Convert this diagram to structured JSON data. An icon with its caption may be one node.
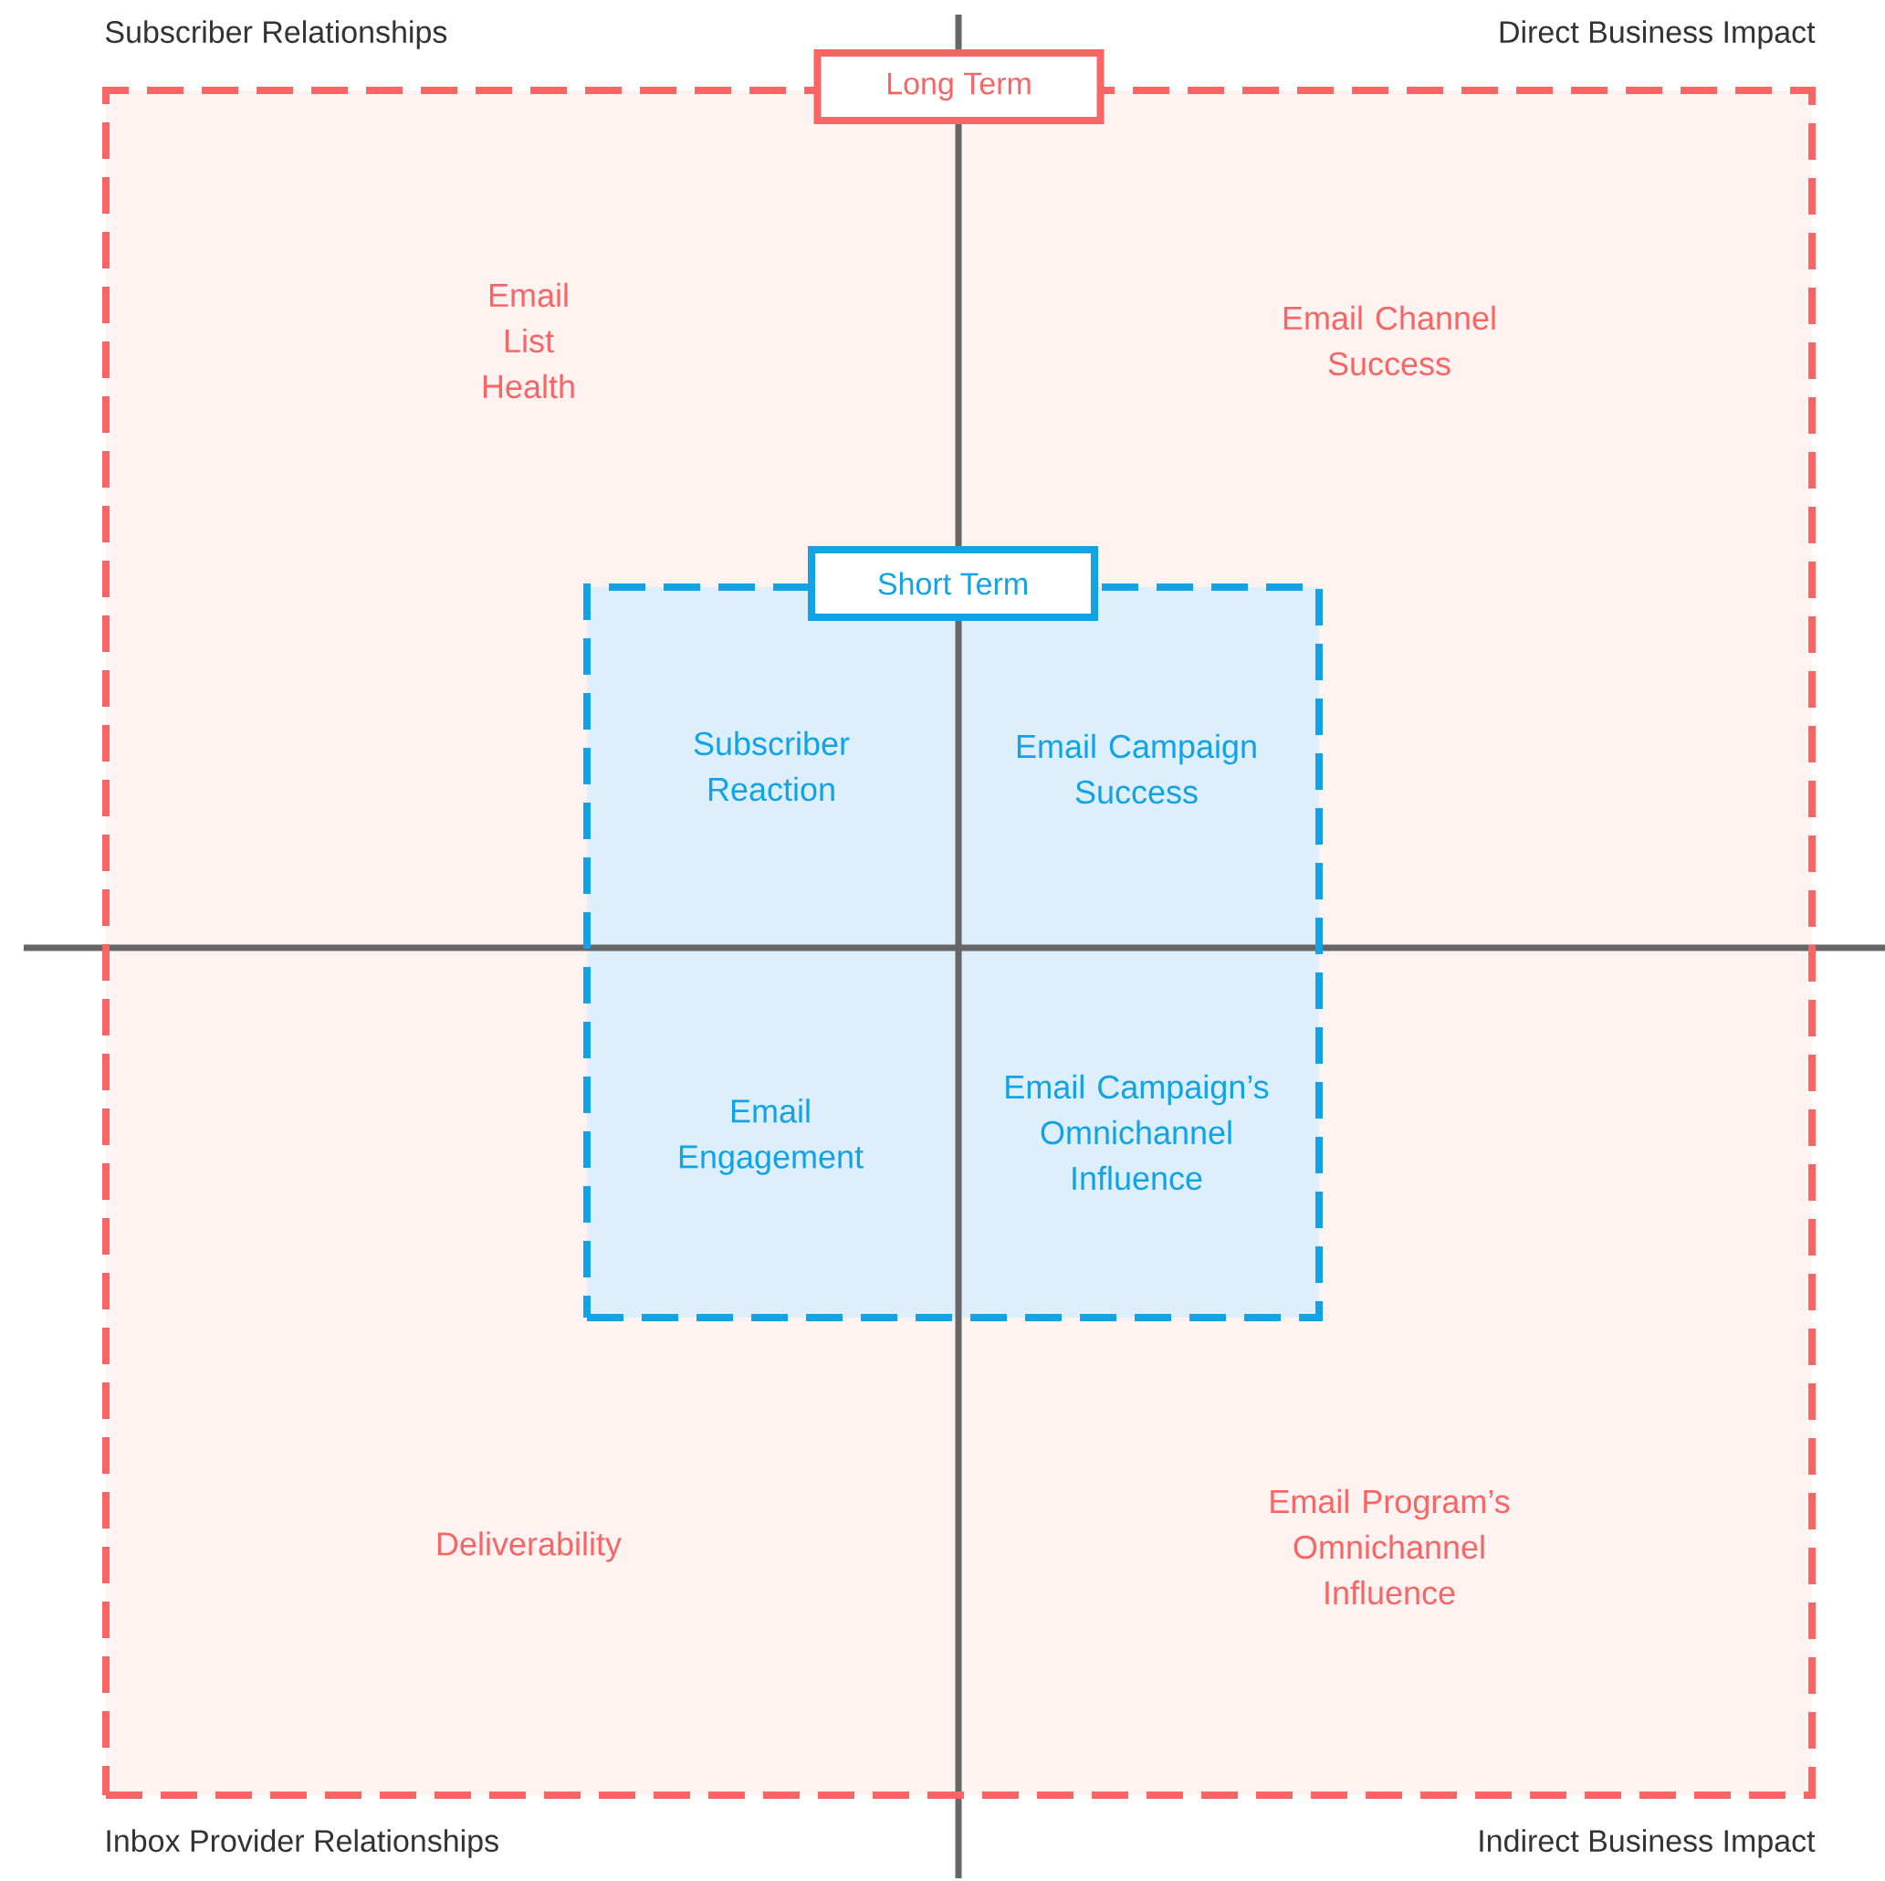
{
  "diagram": {
    "nodes": [
      {
        "text": [
          "Long Term"
        ]
      },
      {
        "text": [
          "Short Term"
        ],
        "in": 0
      }
    ],
    "labels": [
      "Subscriber Relationships",
      "Direct Business Impact",
      "Email List Health",
      "Email Channel Success",
      "Subscriber Reaction",
      "Email Campaign Success",
      "Email Engagement",
      "Email Campaign’s Omnichannel Influence",
      "Deliverability",
      "Email Program’s Omnichannel Influence",
      "Inbox Provider Relationships",
      "Indirect Business Impact"
    ]
  }
}
